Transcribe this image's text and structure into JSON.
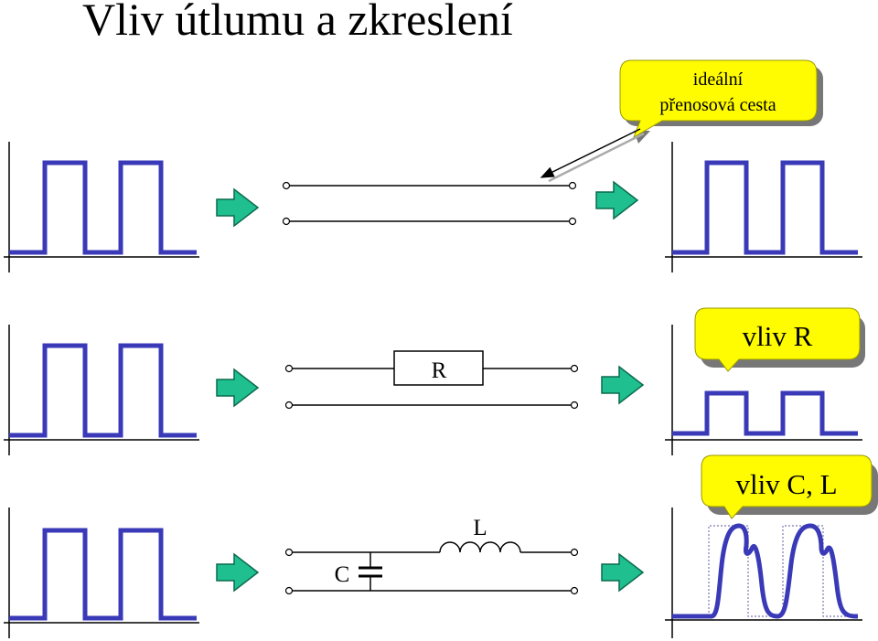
{
  "title": "Vliv útlumu a zkreslení",
  "rows": [
    {
      "circuit": "ideal_line"
    },
    {
      "circuit": "resistor",
      "resistor_label": "R"
    },
    {
      "circuit": "lc",
      "capacitor_label": "C",
      "inductor_label": "L"
    }
  ],
  "callouts": {
    "ideal": [
      "ideální",
      "přenosová cesta"
    ],
    "r": "vliv R",
    "cl": "vliv C, L"
  },
  "colors": {
    "signal": "#3a3ab8",
    "arrow_fill": "#1fbf8f",
    "arrow_stroke": "#0a6b4e",
    "callout_fill": "#fffb00",
    "callout_stroke": "#999900",
    "dotted_reference": "#7a7ab0"
  },
  "icons": {
    "flow_arrow": "right-arrow-icon",
    "terminal": "circle-terminal-icon"
  }
}
